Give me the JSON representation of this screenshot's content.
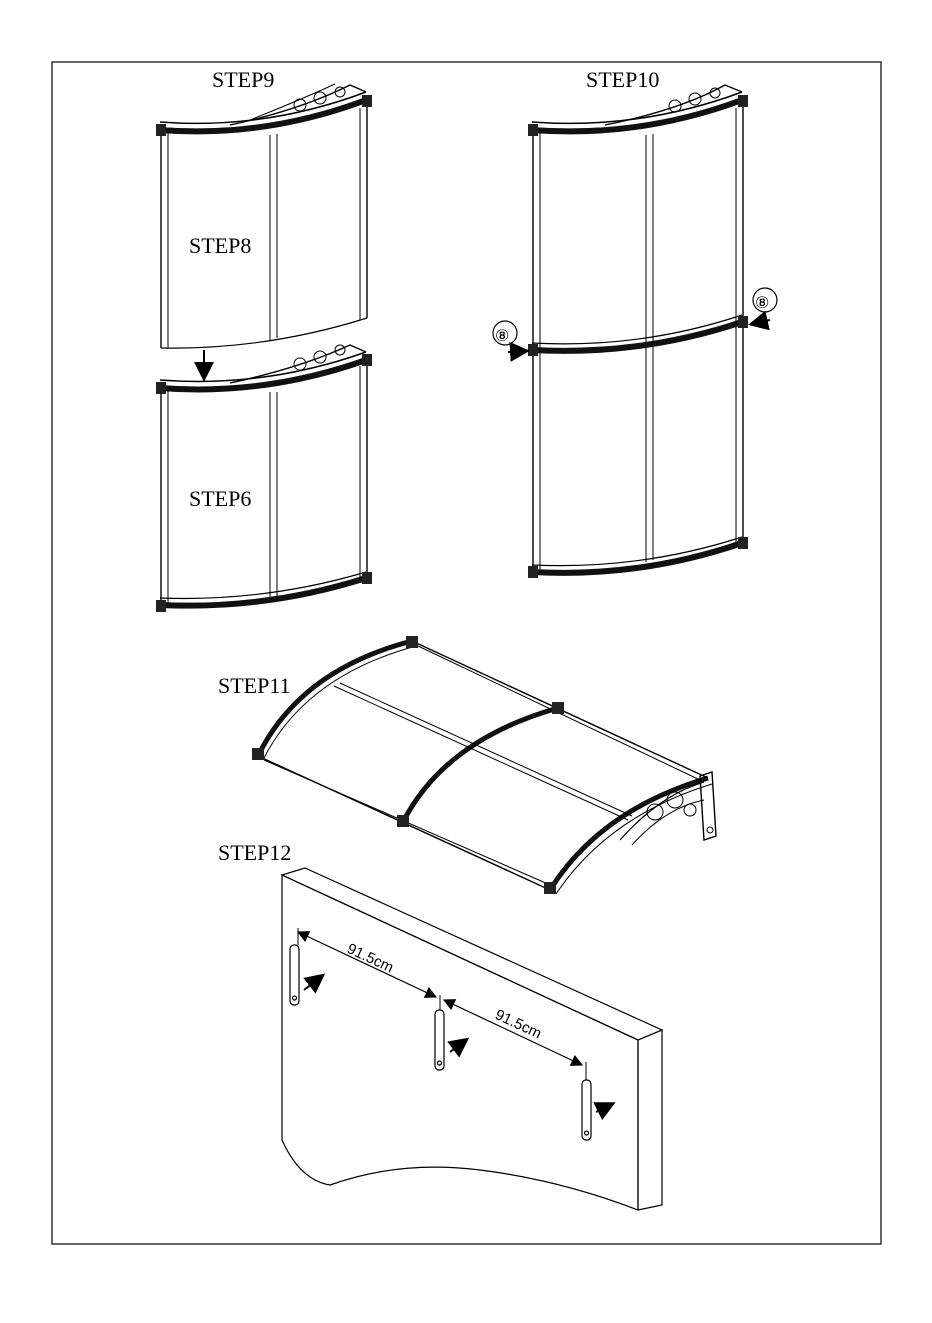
{
  "steps": {
    "step9": "STEP9",
    "step10": "STEP10",
    "step8": "STEP8",
    "step6": "STEP6",
    "step11": "STEP11",
    "step12": "STEP12"
  },
  "callouts": {
    "part_left": "⑧",
    "part_right": "⑧"
  },
  "dimensions": {
    "spacing_1": "91.5cm",
    "spacing_2": "91.5cm"
  }
}
